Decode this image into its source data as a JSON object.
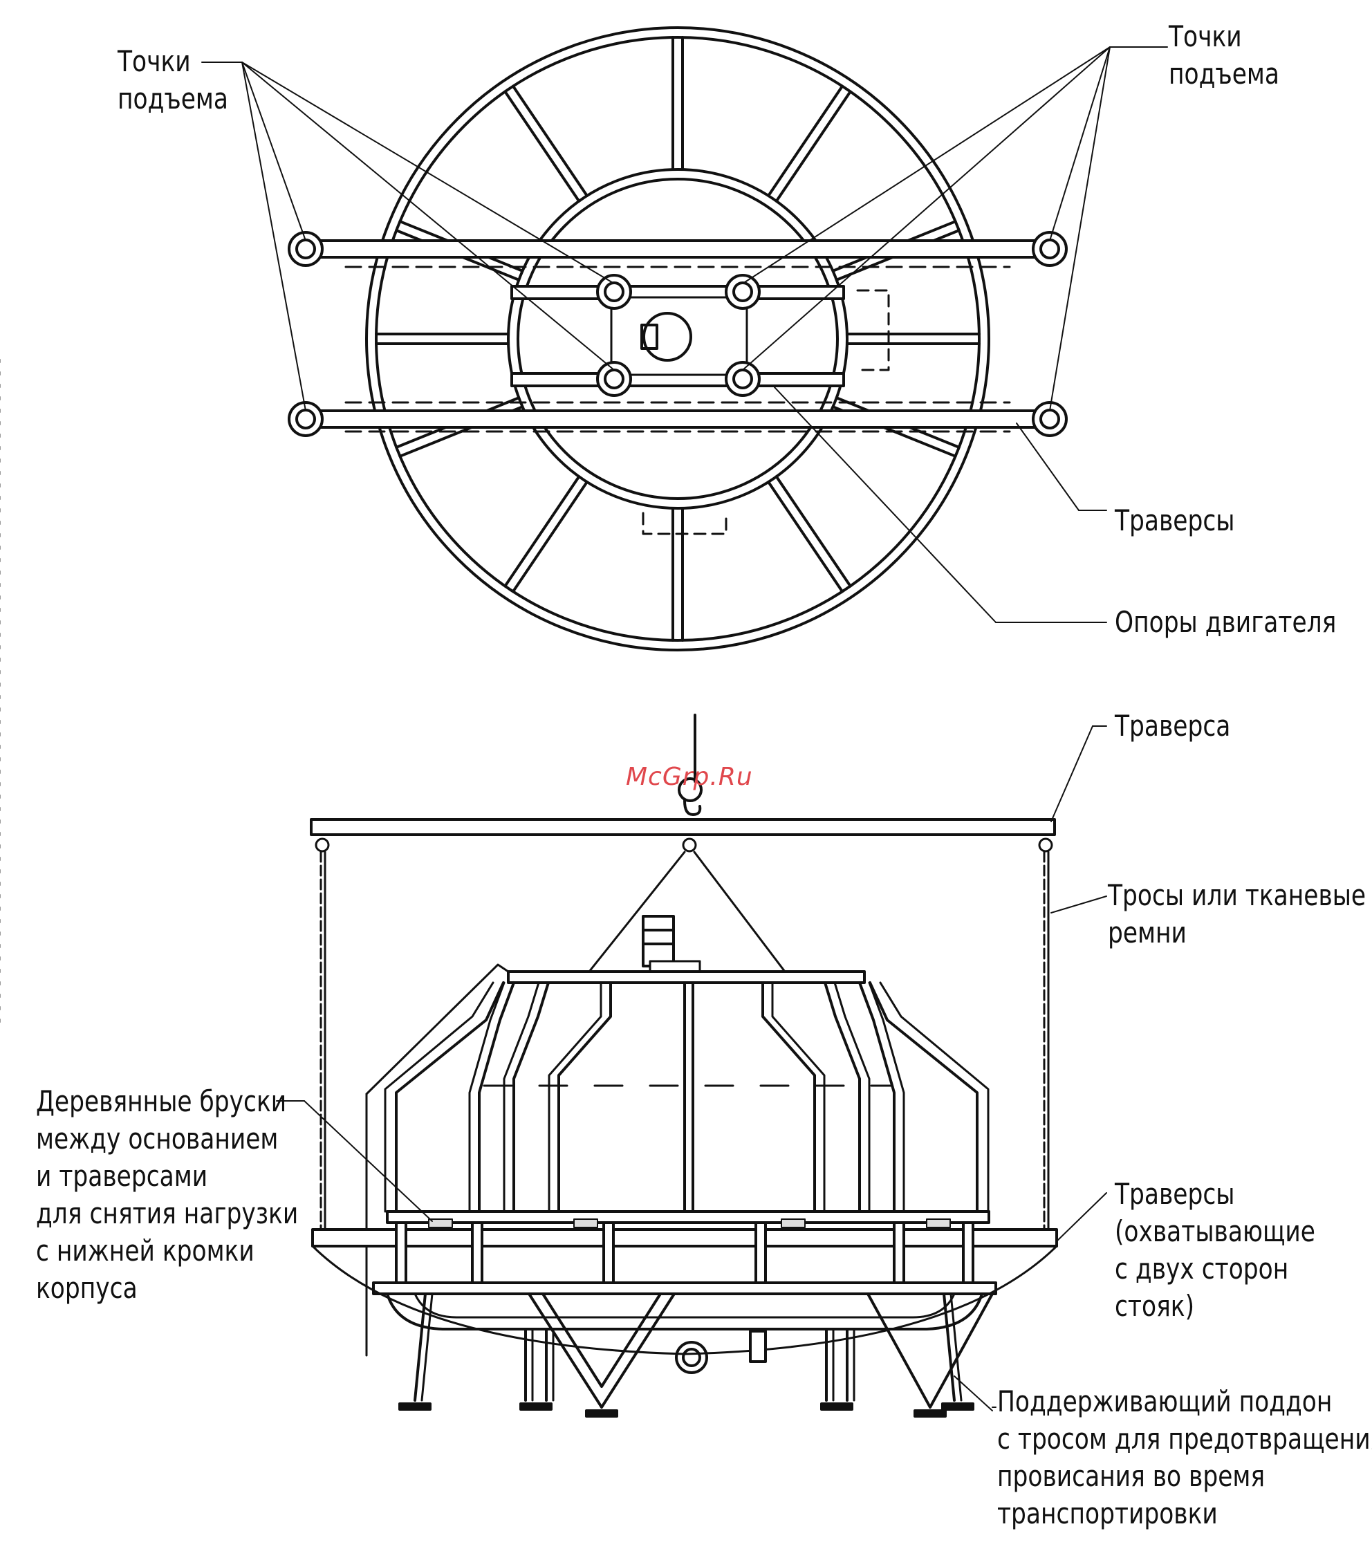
{
  "labels": {
    "lift_points_left": [
      "Точки",
      "подъема"
    ],
    "lift_points_right": [
      "Точки",
      "подъема"
    ],
    "traverses_top": [
      "Траверсы"
    ],
    "engine_supports": [
      "Опоры двигателя"
    ],
    "traverse_bar": [
      "Траверса"
    ],
    "ropes": [
      "Тросы или тканевые",
      "ремни"
    ],
    "wooden_bars": [
      "Деревянные бруски",
      "между основанием",
      "и траверсами",
      "для снятия нагрузки",
      "с нижней кромки",
      "корпуса"
    ],
    "traverses_bottom": [
      "Траверсы",
      "(охватывающие",
      "с двух сторон",
      "стояк)"
    ],
    "support_pallet": [
      "Поддерживающий поддон",
      "с тросом для предотвращения",
      "провисания во время",
      "транспортировки"
    ]
  },
  "watermark": "McGrp.Ru",
  "colors": {
    "ink": "#111111",
    "watermark": "#e0474c",
    "background": "#ffffff"
  }
}
